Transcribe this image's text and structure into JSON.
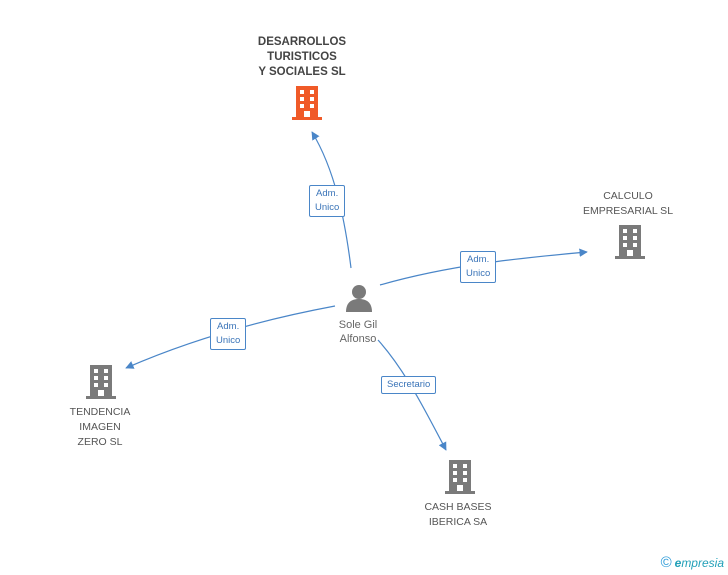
{
  "center": {
    "name_line1": "Sole Gil",
    "name_line2": "Alfonso",
    "icon": "person-icon"
  },
  "companies": [
    {
      "id": "desarrollos",
      "lines": [
        "DESARROLLOS",
        "TURISTICOS",
        "Y SOCIALES SL"
      ],
      "icon": "building-icon",
      "color": "#f05a28",
      "highlight": true
    },
    {
      "id": "calculo",
      "lines": [
        "CALCULO",
        "EMPRESARIAL SL"
      ],
      "icon": "building-icon",
      "color": "#7a7a7a",
      "highlight": false
    },
    {
      "id": "tendencia",
      "lines": [
        "TENDENCIA",
        "IMAGEN",
        "ZERO SL"
      ],
      "icon": "building-icon",
      "color": "#7a7a7a",
      "highlight": false
    },
    {
      "id": "cash",
      "lines": [
        "CASH BASES",
        "IBERICA SA"
      ],
      "icon": "building-icon",
      "color": "#7a7a7a",
      "highlight": false
    }
  ],
  "relations": [
    {
      "to": "desarrollos",
      "label_line1": "Adm.",
      "label_line2": "Unico"
    },
    {
      "to": "calculo",
      "label_line1": "Adm.",
      "label_line2": "Unico"
    },
    {
      "to": "tendencia",
      "label_line1": "Adm.",
      "label_line2": "Unico"
    },
    {
      "to": "cash",
      "label_line1": "Secretario",
      "label_line2": ""
    }
  ],
  "colors": {
    "edge": "#4a86c8",
    "edge_label_text": "#3a74b8"
  },
  "footer": {
    "copyright_symbol": "©",
    "brand_initial": "e",
    "brand_rest": "mpresia"
  }
}
